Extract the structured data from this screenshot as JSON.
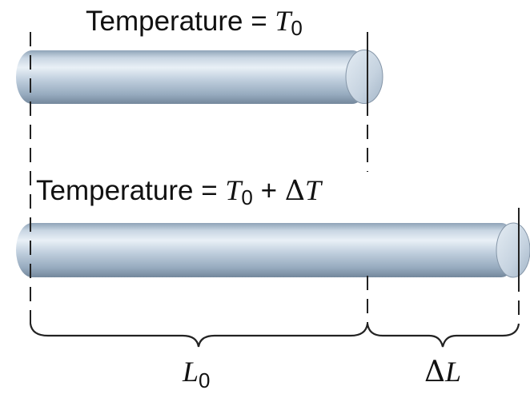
{
  "top_label": {
    "prefix": "Temperature = ",
    "var": "T",
    "sub": "0"
  },
  "bottom_label": {
    "prefix": "Temperature = ",
    "var": "T",
    "sub": "0",
    "plus": " + ",
    "delta": "Δ",
    "var2": "T"
  },
  "length_label": {
    "var": "L",
    "sub": "0"
  },
  "delta_label": {
    "delta": "Δ",
    "var": "L"
  },
  "colors": {
    "rod_light": "#dfe8f1",
    "rod_mid": "#b2c3d4",
    "rod_dark": "#7d92a7",
    "line": "#222222"
  }
}
